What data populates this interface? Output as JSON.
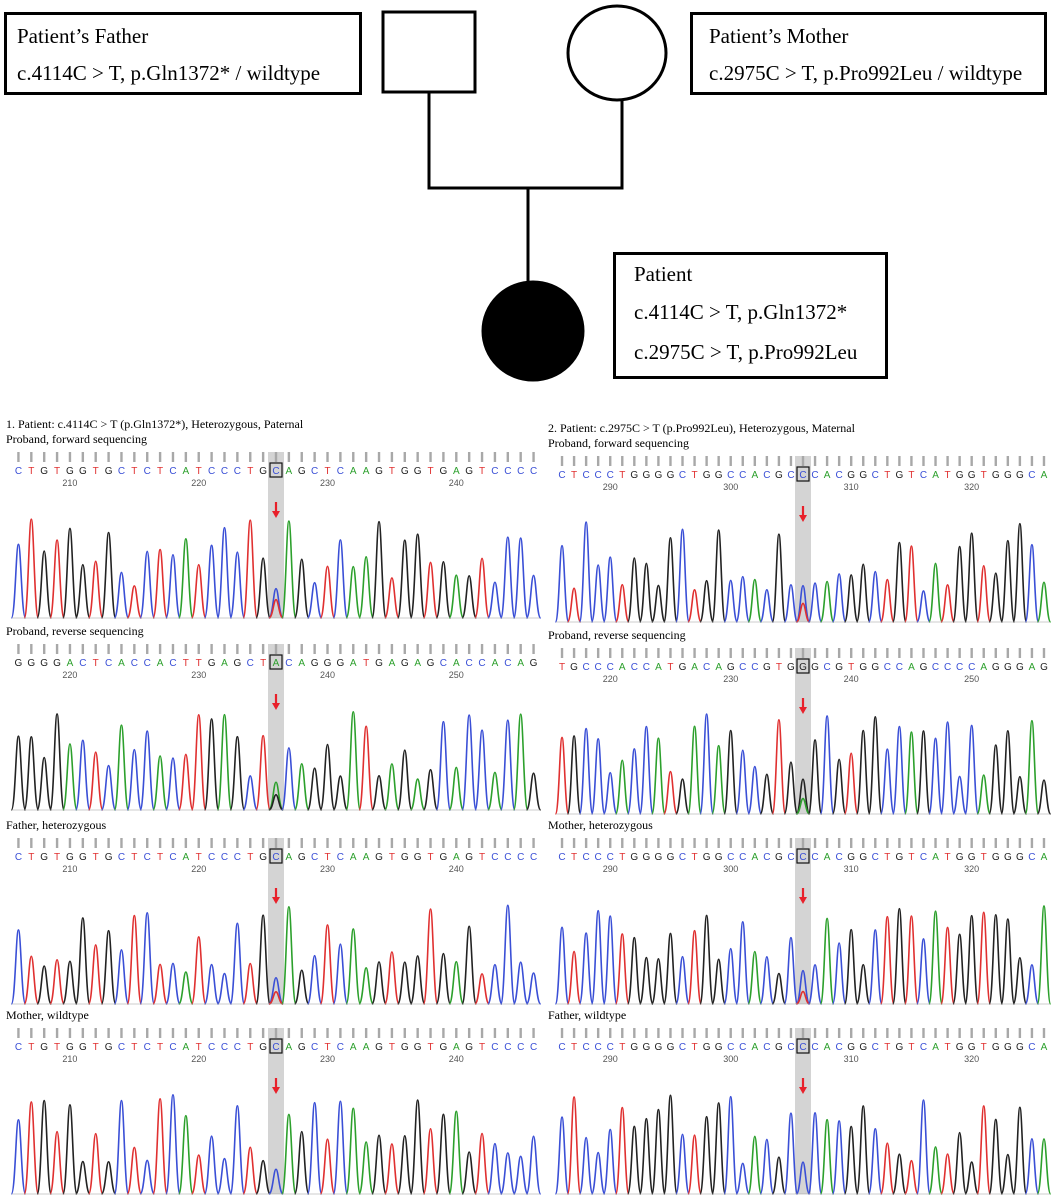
{
  "pedigree": {
    "father": {
      "title": "Patient’s Father",
      "variant": "c.4114C > T, p.Gln1372* / wildtype"
    },
    "mother": {
      "title": "Patient’s Mother",
      "variant": "c.2975C > T, p.Pro992Leu / wildtype"
    },
    "patient": {
      "title": "Patient",
      "variant1": "c.4114C > T, p.Gln1372*",
      "variant2": "c.2975C > T, p.Pro992Leu"
    }
  },
  "panel1": {
    "header": "1. Patient: c.4114C > T (p.Gln1372*), Heterozygous, Paternal",
    "tracks": [
      {
        "label": "Proband, forward sequencing",
        "sequence": "CTGTGGTGCTCTCATCCCTGCAGCTCAAGTGGTGAGTCCCC",
        "ticks": [
          "210",
          "220",
          "230",
          "240"
        ],
        "highlight": "C"
      },
      {
        "label": "Proband, reverse sequencing",
        "sequence": "GGGGACTCACCACTTGAGCTACAGGGATGAGAGCACCACAG",
        "ticks": [
          "220",
          "230",
          "240",
          "250"
        ],
        "highlight": "A"
      },
      {
        "label": "Father, heterozygous",
        "sequence": "CTGTGGTGCTCTCATCCCTGCAGCTCAAGTGGTGAGTCCCC",
        "ticks": [
          "210",
          "220",
          "230",
          "240"
        ],
        "highlight": "C"
      },
      {
        "label": "Mother, wildtype",
        "sequence": "CTGTGGTGCTCTCATCCCTGCAGCTCAAGTGGTGAGTCCCC",
        "ticks": [
          "210",
          "220",
          "230",
          "240"
        ],
        "highlight": "C"
      }
    ]
  },
  "panel2": {
    "header": "2. Patient: c.2975C > T (p.Pro992Leu), Heterozygous, Maternal",
    "tracks": [
      {
        "label": "Proband, forward sequencing",
        "sequence": "CTCCCTGGGGCTGGCCACGCCCACGGCTGTCATGGTGGGCA",
        "ticks": [
          "290",
          "300",
          "310",
          "320"
        ],
        "highlight": "C"
      },
      {
        "label": "Proband, reverse sequencing",
        "sequence": "TGCCCACCATGACAGCCGTGGGCGTGGCCAGCCCCAGGGAG",
        "ticks": [
          "220",
          "230",
          "240",
          "250"
        ],
        "highlight": "G"
      },
      {
        "label": "Mother, heterozygous",
        "sequence": "CTCCCTGGGGCTGGCCACGCCCACGGCTGTCATGGTGGGCA",
        "ticks": [
          "290",
          "300",
          "310",
          "320"
        ],
        "highlight": "C"
      },
      {
        "label": "Father, wildtype",
        "sequence": "CTCCCTGGGGCTGGCCACGCCCACGGCTGTCATGGTGGGCA",
        "ticks": [
          "290",
          "300",
          "310",
          "320"
        ],
        "highlight": "C"
      }
    ]
  },
  "colors": {
    "A": "#2ca02c",
    "C": "#3a4fd6",
    "G": "#222222",
    "T": "#e03030",
    "arrow": "#e8202a",
    "highlight": "#d4d4d4"
  }
}
